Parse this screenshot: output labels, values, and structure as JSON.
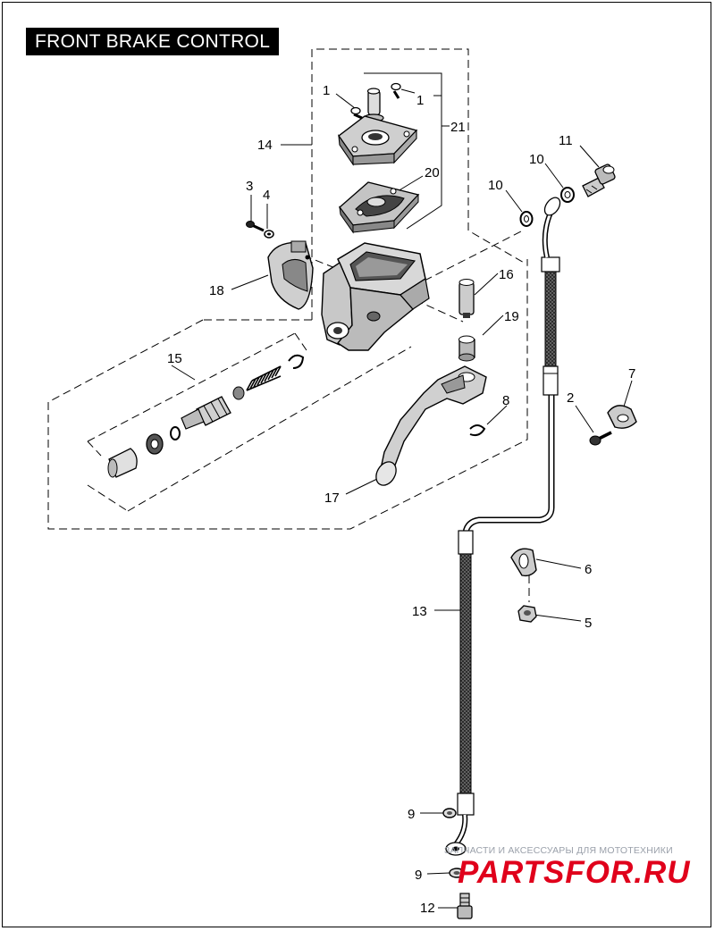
{
  "title": "FRONT BRAKE CONTROL",
  "watermark": {
    "tagline": "ЗАПЧАСТИ И АКСЕССУАРЫ ДЛЯ МОТОТЕХНИКИ",
    "logo": "PARTSFOR.RU"
  },
  "callouts": {
    "c1a": "1",
    "c1b": "1",
    "c21": "21",
    "c14": "14",
    "c20": "20",
    "c3": "3",
    "c4": "4",
    "c18": "18",
    "c11": "11",
    "c10a": "10",
    "c10b": "10",
    "c16": "16",
    "c19": "19",
    "c15": "15",
    "c8": "8",
    "c17": "17",
    "c7": "7",
    "c2": "2",
    "c6": "6",
    "c5": "5",
    "c13": "13",
    "c9a": "9",
    "c9b": "9",
    "c12": "12"
  }
}
